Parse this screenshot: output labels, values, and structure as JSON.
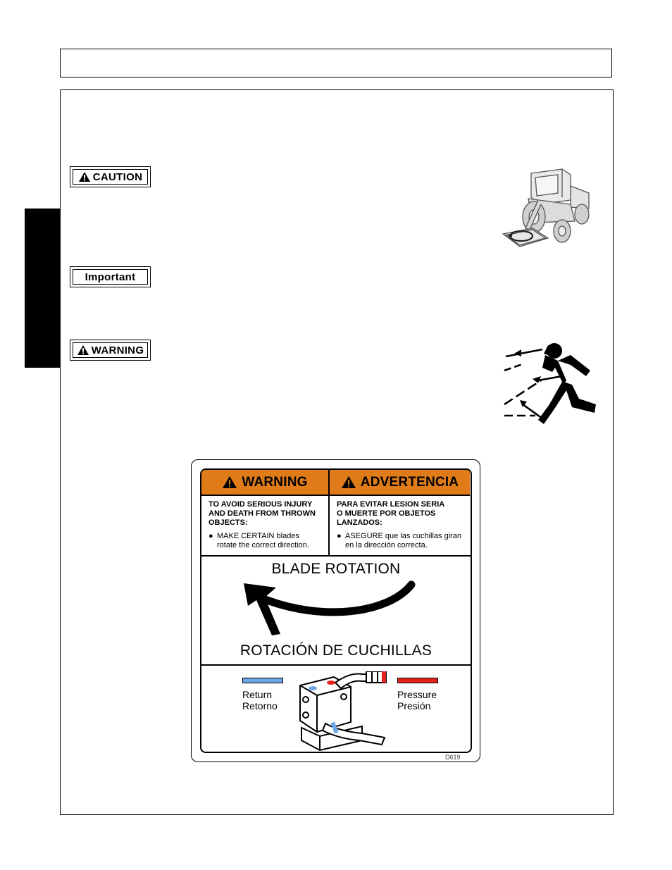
{
  "labels": {
    "caution": "CAUTION",
    "important": "Important",
    "warning": "WARNING"
  },
  "decal": {
    "warning_title": "WARNING",
    "advertencia_title": "ADVERTENCIA",
    "en_heading": [
      "TO AVOID SERIOUS INJURY",
      "AND DEATH FROM THROWN",
      "OBJECTS:"
    ],
    "en_bullet": [
      "MAKE CERTAIN blades",
      "rotate the correct direction."
    ],
    "es_heading": [
      "PARA EVITAR LESION SERIA",
      "O MUERTE POR OBJETOS",
      "LANZADOS:"
    ],
    "es_bullet": [
      "ASEGURE que las cuchillas giran",
      "en la dirección correcta."
    ],
    "blade_rotation": "BLADE ROTATION",
    "rotacion": "ROTACIÓN DE CUCHILLAS",
    "return": "Return",
    "retorno": "Retorno",
    "pressure": "Pressure",
    "presion": "Presión",
    "code": "D619"
  },
  "colors": {
    "decal_header": "#e07b1a",
    "return_blue": "#6ea6e8",
    "pressure_red": "#e3231c"
  },
  "icons": {
    "alert": "warning-triangle-icon",
    "tractor": "tractor-mower-illustration",
    "thrown": "thrown-objects-illustration",
    "arrow": "rotation-arrow-icon",
    "gearbox": "gearbox-illustration"
  }
}
